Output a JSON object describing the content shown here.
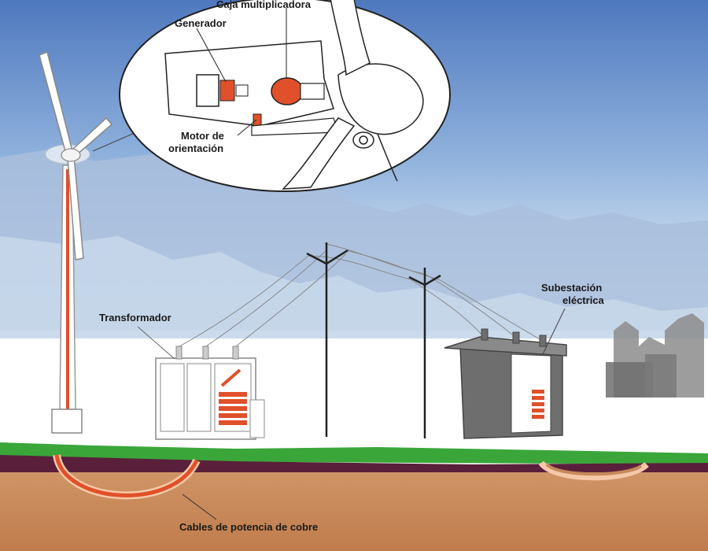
{
  "labels": {
    "gearbox": "Caja multiplicadora",
    "generator": "Generador",
    "yaw_motor_line1": "Motor de",
    "yaw_motor_line2": "orientación",
    "transformer": "Transformador",
    "substation_line1": "Subestación",
    "substation_line2": "eléctrica",
    "cables": "Cables de potencia de cobre"
  },
  "colors": {
    "sky_top": "#5b82c4",
    "sky_mid": "#a9c6e6",
    "sky_bottom": "#e9f1f9",
    "grass": "#3aa63a",
    "soil_dark": "#5a1f3a",
    "soil": "#c8895a",
    "copper": "#e0502a",
    "building_gray": "#7a7a7a"
  }
}
